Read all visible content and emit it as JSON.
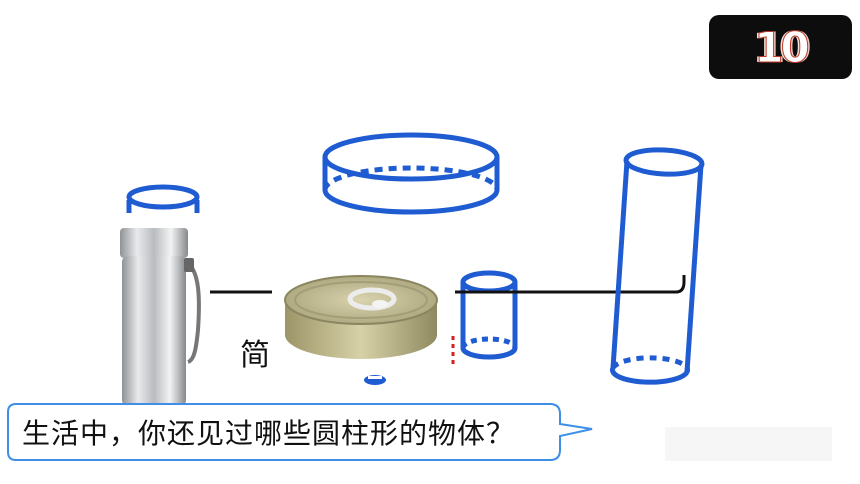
{
  "timer": {
    "value": "10"
  },
  "label": {
    "text": "简"
  },
  "bubble": {
    "question": "生活中，你还见过哪些圆柱形的物体？"
  },
  "colors": {
    "cylinder_outline": "#1f5bd1",
    "pointer_line": "#111111",
    "timer_bg": "#0d0d0d"
  },
  "icons": [
    "thermos-bottle-image",
    "tin-can-image"
  ]
}
